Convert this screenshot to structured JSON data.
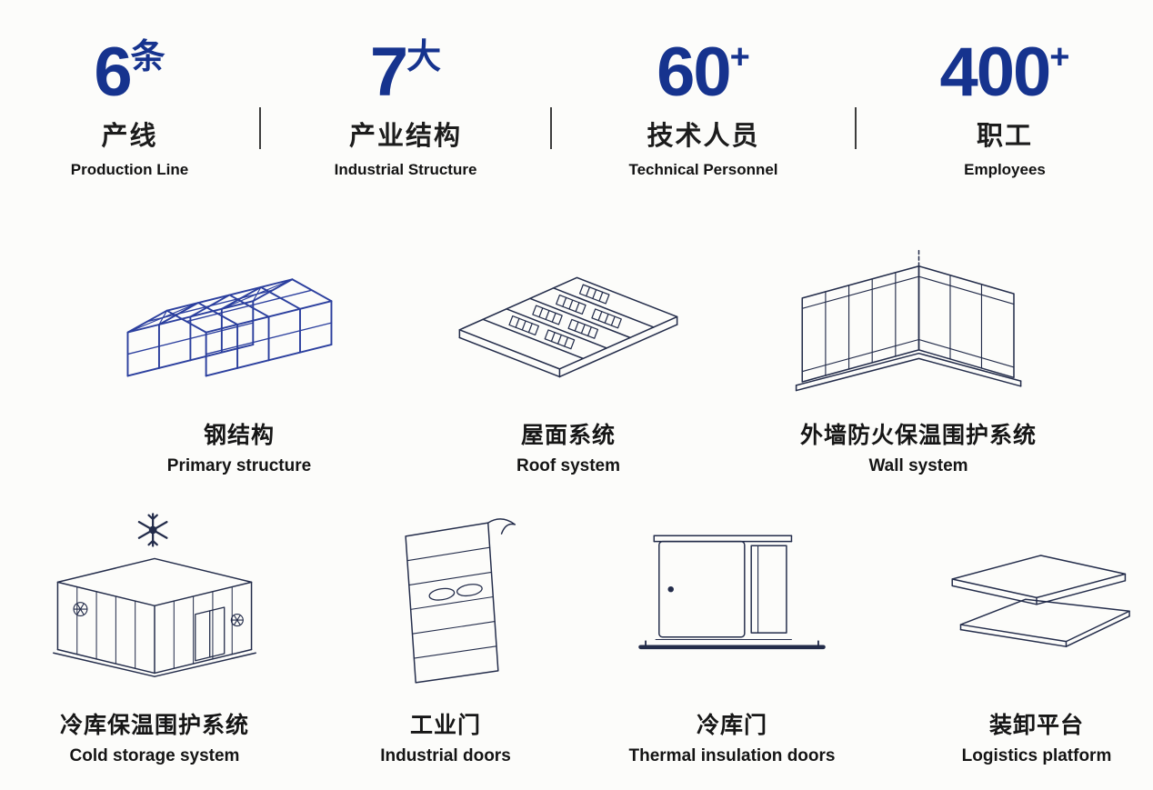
{
  "stats": [
    {
      "number": "6",
      "suffix": "条",
      "label_cn": "产线",
      "label_en": "Production Line"
    },
    {
      "number": "7",
      "suffix": "大",
      "label_cn": "产业结构",
      "label_en": "Industrial Structure"
    },
    {
      "number": "60",
      "suffix": "+",
      "label_cn": "技术人员",
      "label_en": "Technical Personnel"
    },
    {
      "number": "400",
      "suffix": "+",
      "label_cn": "职工",
      "label_en": "Employees"
    }
  ],
  "products": [
    {
      "label_cn": "钢结构",
      "label_en": "Primary structure"
    },
    {
      "label_cn": "屋面系统",
      "label_en": "Roof system"
    },
    {
      "label_cn": "外墙防火保温围护系统",
      "label_en": "Wall system"
    },
    {
      "label_cn": "冷库保温围护系统",
      "label_en": "Cold storage system"
    },
    {
      "label_cn": "工业门",
      "label_en": "Industrial doors"
    },
    {
      "label_cn": "冷库门",
      "label_en": "Thermal insulation doors"
    },
    {
      "label_cn": "装卸平台",
      "label_en": "Logistics platform"
    }
  ],
  "colors": {
    "accent_blue": "#16338e",
    "steel_blue": "#2b3f9e",
    "line_navy": "#232c4a",
    "divider_gray": "#3d3d3d",
    "text_dark": "#141414",
    "background": "#fcfcfa"
  }
}
